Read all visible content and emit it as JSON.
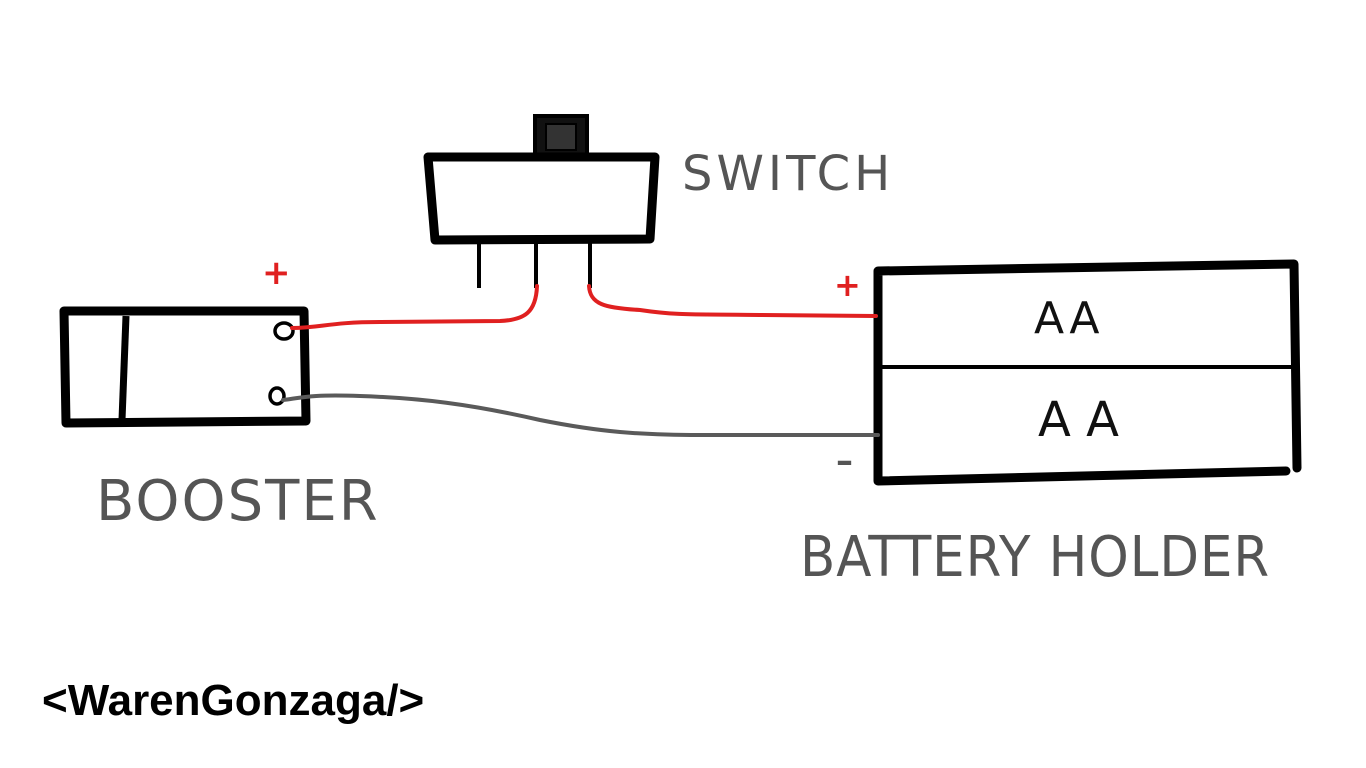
{
  "labels": {
    "switch": "SWITCH",
    "booster": "BOOSTER",
    "battery_holder": "BATTERY HOLDER",
    "cell_top": "AA",
    "cell_bottom": "A A",
    "plus_booster": "+",
    "plus_battery": "+",
    "minus_battery": "–"
  },
  "watermark": "<WarenGonzaga/>",
  "colors": {
    "outline": "#000000",
    "positive_wire": "#e02020",
    "negative_wire": "#5a5a5a",
    "label": "#555555"
  }
}
